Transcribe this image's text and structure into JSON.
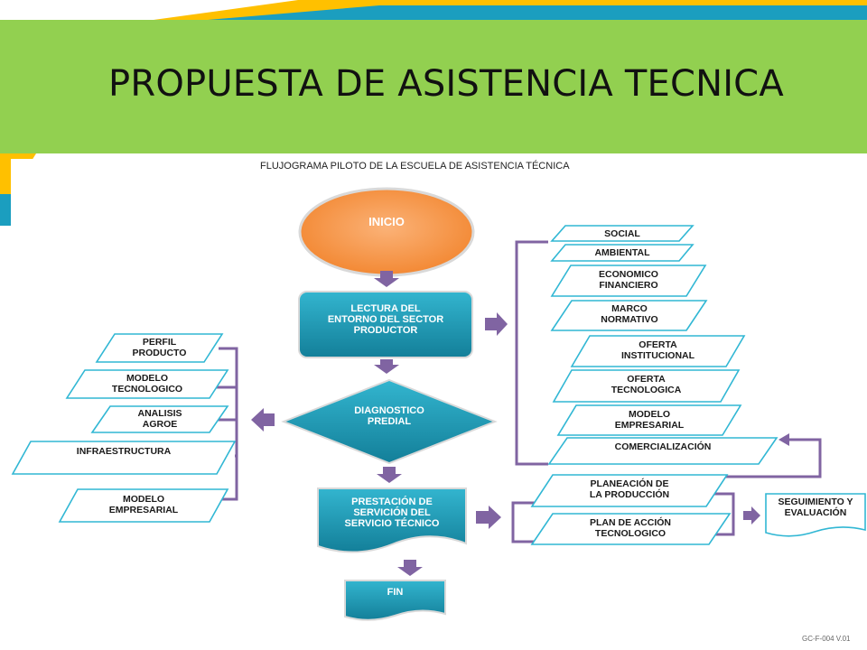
{
  "title": "PROPUESTA  DE ASISTENCIA TECNICA",
  "subtitle": "FLUJOGRAMA PILOTO DE LA ESCUELA DE ASISTENCIA TÉCNICA",
  "nodes": {
    "inicio": "INICIO",
    "lectura": "LECTURA DEL\nENTORNO DEL SECTOR\nPRODUCTOR",
    "diagnostico": "DIAGNOSTICO\nPREDIAL",
    "prestacion": "PRESTACIÓN DE\nSERVICIÓN DEL\nSERVICIO TÉCNICO",
    "fin": "FIN"
  },
  "left_items": [
    "PERFIL\nPRODUCTO",
    "MODELO\nTECNOLOGICO",
    "ANALISIS\nAGROE",
    "INFRAESTRUCTURA",
    "MODELO\nEMPRESARIAL"
  ],
  "right_items": [
    "SOCIAL",
    "AMBIENTAL",
    "ECONOMICO\nFINANCIERO",
    "MARCO\nNORMATIVO",
    "OFERTA\nINSTITUCIONAL",
    "OFERTA\nTECNOLOGICA",
    "MODELO\nEMPRESARIAL",
    "COMERCIALIZACIÓN"
  ],
  "plan_items": [
    "PLANEACIÓN DE\nLA PRODUCCIÓN",
    "PLAN DE ACCIÓN\nTECNOLOGICO"
  ],
  "seguimiento": "SEGUIMIENTO Y\nEVALUACIÓN",
  "footer": "GC-F-004 V.01",
  "colors": {
    "title_band": "#92d050",
    "teal": "#1f9bb5",
    "orange": "#f79646",
    "arrow": "#8064a2",
    "outline": "#31b7d4"
  }
}
